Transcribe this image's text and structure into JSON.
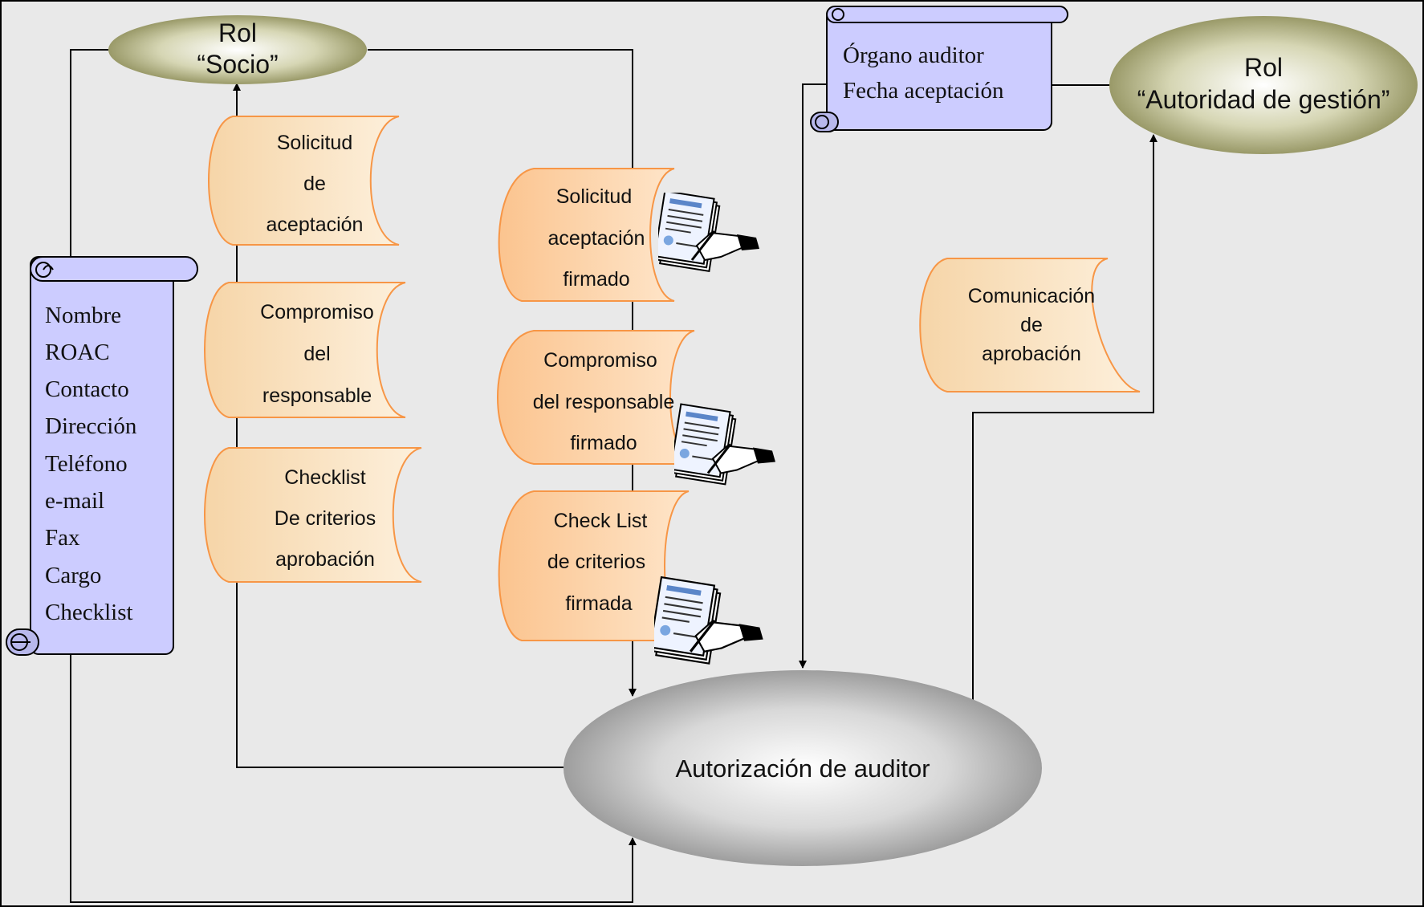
{
  "colors": {
    "background": "#e9e9e9",
    "scroll_fill": "#ccccff",
    "document_fill": "#fae8c8",
    "signed_document_fill": "#fdd4a8",
    "document_stroke": "#f79646",
    "role_fill": "#8a8a55",
    "process_fill": "#9a9a9a"
  },
  "roles": {
    "socio": {
      "line1": "Rol",
      "line2": "“Socio”"
    },
    "autoridad": {
      "line1": "Rol",
      "line2": "“Autoridad de gestión”"
    }
  },
  "process": {
    "label": "Autorización de auditor"
  },
  "socio_fields": [
    "Nombre",
    "ROAC",
    "Contacto",
    "Dirección",
    "Teléfono",
    "e-mail",
    "Fax",
    "Cargo",
    "Checklist"
  ],
  "auditor_fields": [
    "Órgano auditor",
    "Fecha aceptación"
  ],
  "documents": {
    "solicitud": [
      "Solicitud",
      "de",
      "aceptación"
    ],
    "compromiso": [
      "Compromiso",
      "del",
      "responsable"
    ],
    "checklist": [
      "Checklist",
      "De criterios",
      "aprobación"
    ],
    "solicitud_firmado": [
      "Solicitud",
      "aceptación",
      "firmado"
    ],
    "compromiso_firmado": [
      "Compromiso",
      "del responsable",
      "firmado"
    ],
    "checklist_firmada": [
      "Check List",
      "de criterios",
      "firmada"
    ],
    "comunicacion": [
      "Comunicación",
      "de",
      "aprobación"
    ]
  },
  "icons": [
    "signing-document-icon"
  ]
}
